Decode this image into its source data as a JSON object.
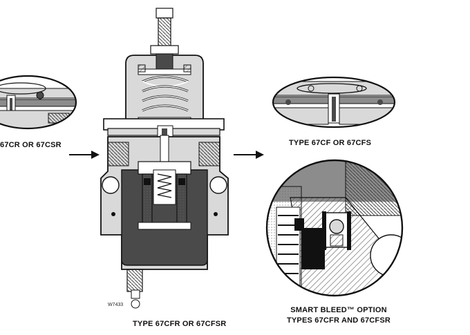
{
  "labels": {
    "left_type": "67CR OR 67CSR",
    "right_type": "TYPE 67CF OR 67CFS",
    "main_type": "TYPE 67CFR OR 67CFSR",
    "smart_bleed_line1": "SMART BLEED™ OPTION",
    "smart_bleed_line2": "TYPES 67CFR AND 67CFSR",
    "drawing_code": "W7433"
  },
  "colors": {
    "body_light": "#d9d9d9",
    "body_dark": "#4a4a4a",
    "body_mid": "#8c8c8c",
    "line": "#111111",
    "arrow": "#111111"
  }
}
